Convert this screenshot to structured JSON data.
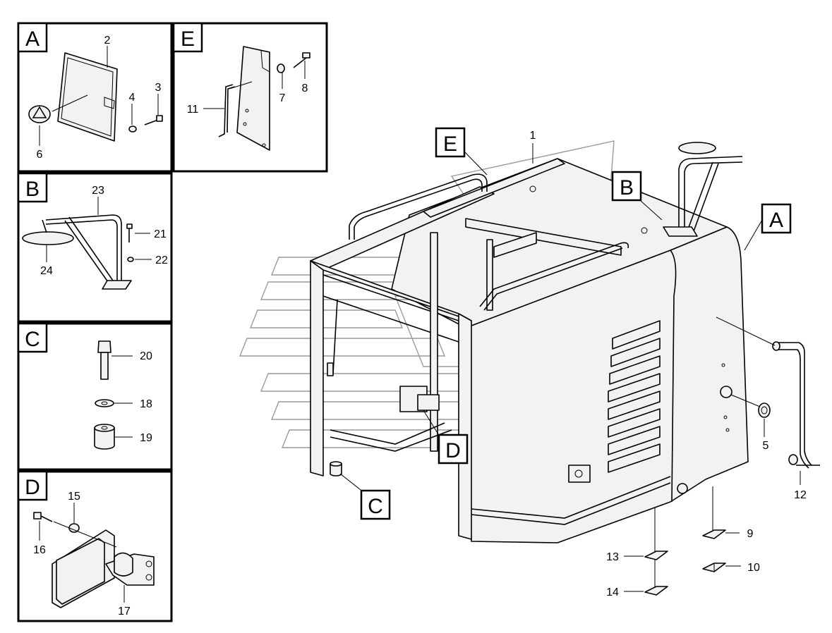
{
  "panels": [
    {
      "id": "A",
      "parts": [
        "2",
        "3",
        "4",
        "6"
      ]
    },
    {
      "id": "E",
      "parts": [
        "7",
        "8",
        "11"
      ]
    },
    {
      "id": "B",
      "parts": [
        "21",
        "22",
        "23",
        "24"
      ]
    },
    {
      "id": "C",
      "parts": [
        "18",
        "19",
        "20"
      ]
    },
    {
      "id": "D",
      "parts": [
        "15",
        "16",
        "17"
      ]
    }
  ],
  "callouts": [
    "A",
    "B",
    "C",
    "D",
    "E"
  ],
  "part_numbers": {
    "p1": "1",
    "p2": "2",
    "p3": "3",
    "p4": "4",
    "p5": "5",
    "p6": "6",
    "p7": "7",
    "p8": "8",
    "p9": "9",
    "p10": "10",
    "p11": "11",
    "p12": "12",
    "p13": "13",
    "p14": "14",
    "p15": "15",
    "p16": "16",
    "p17": "17",
    "p18": "18",
    "p19": "19",
    "p20": "20",
    "p21": "21",
    "p22": "22",
    "p23": "23",
    "p24": "24"
  }
}
